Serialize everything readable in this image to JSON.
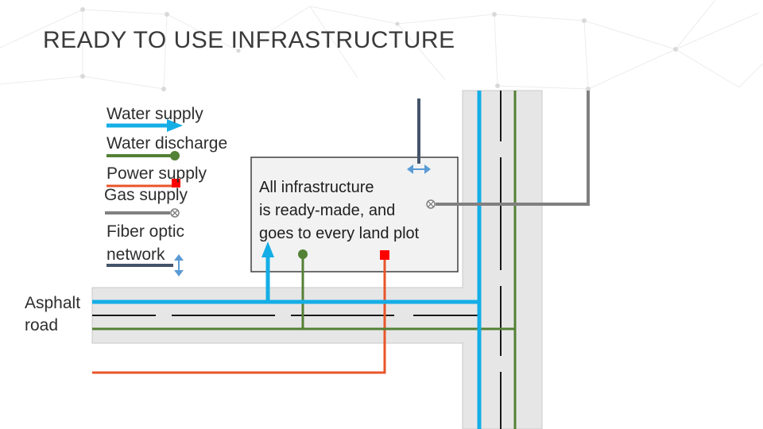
{
  "slide": {
    "title": "READY TO USE INFRASTRUCTURE"
  },
  "legend": {
    "items": [
      {
        "label": "Water supply",
        "color": "#14aee6",
        "marker": "arrow"
      },
      {
        "label": "Water discharge",
        "color": "#538135",
        "marker": "dot"
      },
      {
        "label": "Power supply",
        "color": "#e8552a",
        "marker": "square",
        "marker_color": "#ff0000"
      },
      {
        "label": "Gas supply",
        "color": "#808080",
        "marker": "circle-x"
      },
      {
        "label_line1": "Fiber optic",
        "label_line2": "network",
        "color": "#44546a",
        "marker_color": "#5b9bd5",
        "marker": "double-arrow"
      }
    ]
  },
  "road": {
    "label_line1": "Asphalt",
    "label_line2": "road",
    "surface_color": "#e7e6e6"
  },
  "plot": {
    "text_line1": "All infrastructure",
    "text_line2": "is ready-made, and",
    "text_line3": "goes to every land plot",
    "fill_color": "#f2f2f2"
  }
}
